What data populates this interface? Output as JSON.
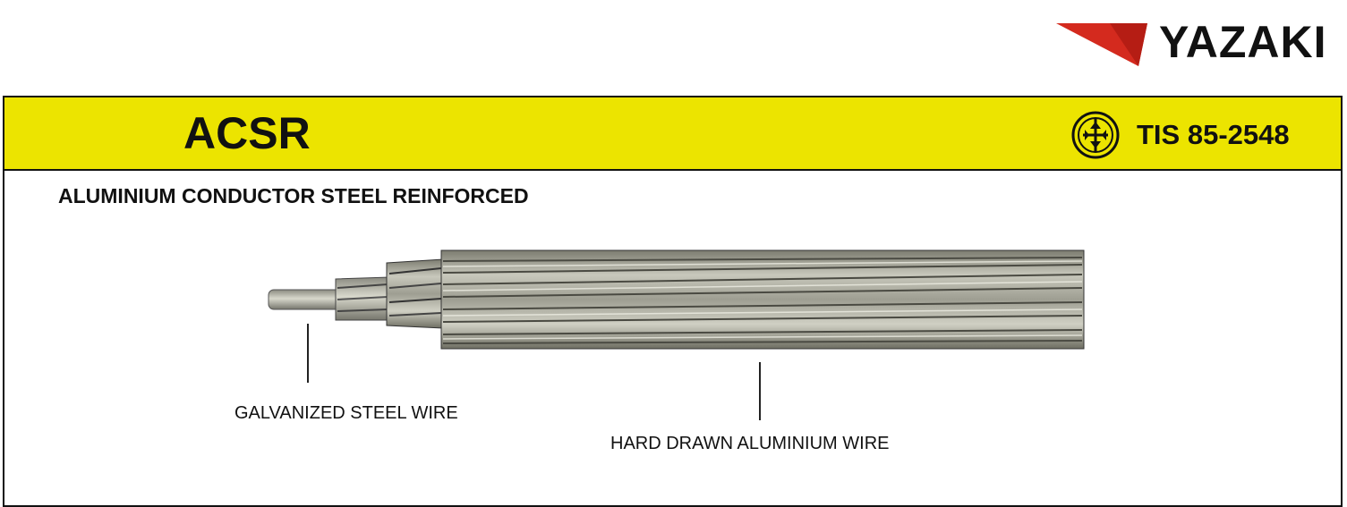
{
  "brand": {
    "name": "YAZAKI"
  },
  "header": {
    "title": "ACSR",
    "standard": "TIS 85-2548"
  },
  "subtitle": "ALUMINIUM CONDUCTOR STEEL REINFORCED",
  "labels": {
    "steel": "GALVANIZED STEEL WIRE",
    "aluminium": "HARD DRAWN ALUMINIUM WIRE"
  },
  "colors": {
    "band": "#ece400",
    "brand_red": "#d42a1e",
    "text": "#111111"
  },
  "icons": [
    "yazaki-logo-icon",
    "tis-standard-mark-icon",
    "acsr-cable-icon"
  ]
}
